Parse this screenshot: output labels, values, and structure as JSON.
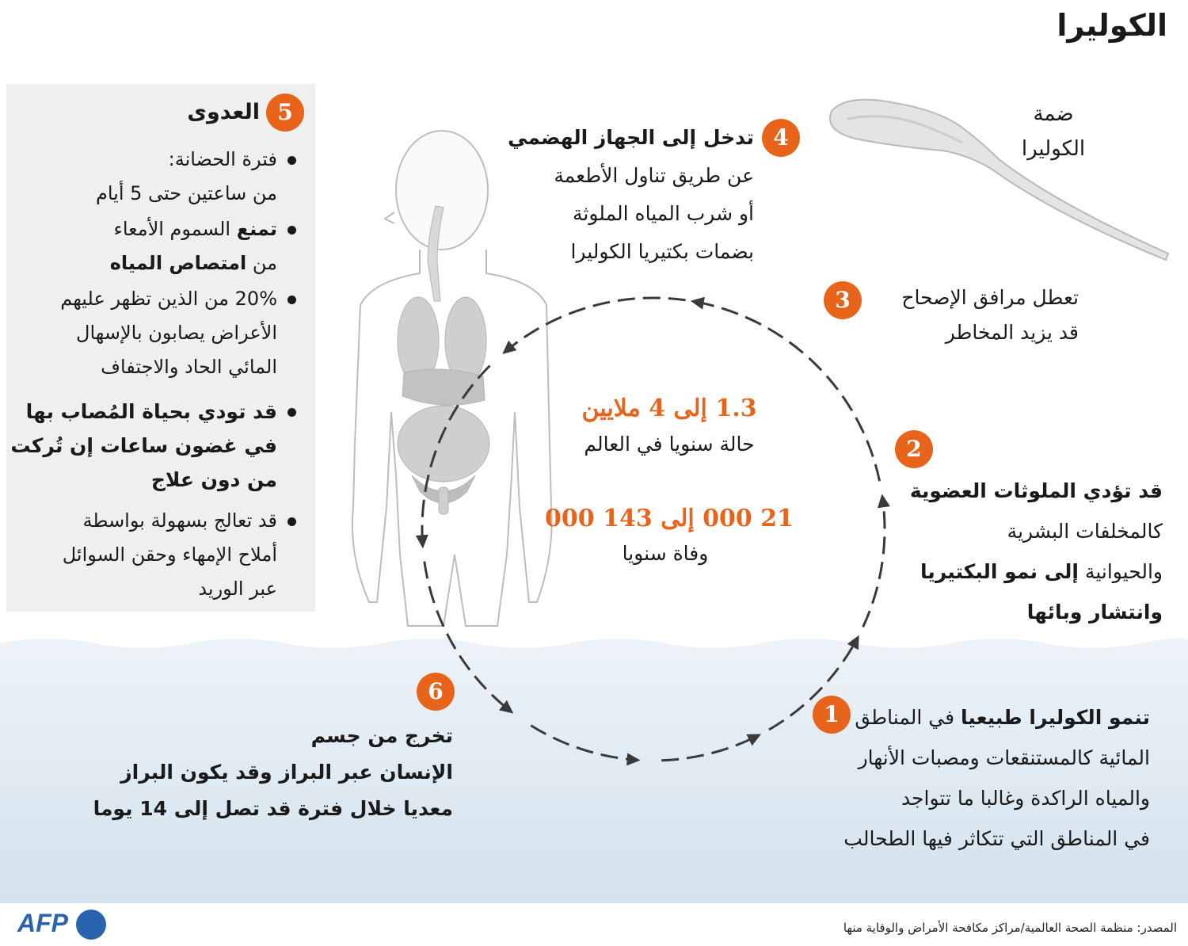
{
  "title": "الكوليرا",
  "bacterium_label": [
    "ضمة",
    "الكوليرا"
  ],
  "steps": [
    {
      "num": "1",
      "lines": [
        [
          {
            "t": "تنمو الكوليرا طبيعيا",
            "b": true
          },
          {
            "t": " في المناطق",
            "b": false
          }
        ],
        [
          {
            "t": "المائية كالمستنقعات ومصبات الأنهار",
            "b": false
          }
        ],
        [
          {
            "t": "والمياه الراكدة وغالبا ما تتواجد",
            "b": false
          }
        ],
        [
          {
            "t": "في المناطق التي تتكاثر فيها الطحالب",
            "b": false
          }
        ]
      ]
    },
    {
      "num": "2",
      "lines": [
        [
          {
            "t": "قد تؤدي الملوثات العضوية",
            "b": true
          }
        ],
        [
          {
            "t": "كالمخلفات البشرية",
            "b": false
          }
        ],
        [
          {
            "t": "والحيوانية ",
            "b": false
          },
          {
            "t": "إلى نمو البكتيريا",
            "b": true
          }
        ],
        [
          {
            "t": "وانتشار وبائها",
            "b": true
          }
        ]
      ]
    },
    {
      "num": "3",
      "lines": [
        [
          {
            "t": "تعطل مرافق الإصحاح",
            "b": false
          }
        ],
        [
          {
            "t": "قد يزيد المخاطر",
            "b": false
          }
        ]
      ]
    },
    {
      "num": "4",
      "lines": [
        [
          {
            "t": "تدخل إلى الجهاز الهضمي",
            "b": true
          }
        ],
        [
          {
            "t": "عن طريق تناول الأطعمة",
            "b": false
          }
        ],
        [
          {
            "t": "أو شرب المياه الملوثة",
            "b": false
          }
        ],
        [
          {
            "t": "بضمات بكتيريا الكوليرا",
            "b": false
          }
        ]
      ]
    },
    {
      "num": "6",
      "lines": [
        [
          {
            "t": "تخرج من جسم",
            "b": true
          }
        ],
        [
          {
            "t": "الإنسان عبر البراز وقد يكون البراز",
            "b": true
          }
        ],
        [
          {
            "t": "معديا خلال فترة قد تصل إلى 14 يوما",
            "b": true
          }
        ]
      ]
    }
  ],
  "panel": {
    "num": "5",
    "title": "العدوى",
    "bullets": [
      [
        [
          {
            "t": "فترة الحضانة:",
            "b": false
          }
        ],
        [
          {
            "t": "من ساعتين حتى 5 أيام",
            "b": false
          }
        ]
      ],
      [
        [
          {
            "t": "تمنع",
            "b": true
          },
          {
            "t": " السموم الأمعاء",
            "b": false
          }
        ],
        [
          {
            "t": "من ",
            "b": false
          },
          {
            "t": "امتصاص المياه",
            "b": true
          }
        ]
      ],
      [
        [
          {
            "t": "20% من الذين تظهر عليهم",
            "b": false
          }
        ],
        [
          {
            "t": "الأعراض يصابون بالإسهال",
            "b": false
          }
        ],
        [
          {
            "t": "المائي الحاد والاجتفاف",
            "b": false
          }
        ]
      ],
      [
        [
          {
            "t": "قد تودي بحياة المُصاب بها",
            "b": true
          }
        ],
        [
          {
            "t": "في غضون ساعات إن تُركت",
            "b": true
          }
        ],
        [
          {
            "t": "من دون علاج",
            "b": true
          }
        ]
      ],
      [
        [
          {
            "t": "قد تعالج بسهولة بواسطة",
            "b": false
          }
        ],
        [
          {
            "t": "أملاح الإمهاء وحقن السوائل",
            "b": false
          }
        ],
        [
          {
            "t": "عبر الوريد",
            "b": false
          }
        ]
      ]
    ]
  },
  "stats": {
    "cases_value": "1.3 إلى 4 ملايين",
    "cases_label": "حالة سنويا في العالم",
    "deaths_value": "21 000  إلى  143 000",
    "deaths_label": "وفاة سنويا"
  },
  "source": "المصدر: منظمة الصحة العالمية/مراكز مكافحة الأمراض والوقاية منها",
  "logo": "AFP",
  "colors": {
    "accent": "#e8641b",
    "water": "#dbe7f0",
    "panel": "#efefef",
    "cycle": "#3a3a3a",
    "organs": "#c8c8c8"
  }
}
